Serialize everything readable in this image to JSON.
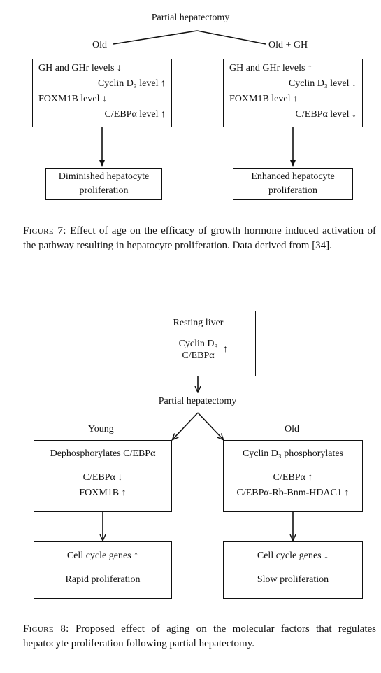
{
  "fig7": {
    "top_label": "Partial hepatectomy",
    "left_branch": "Old",
    "right_branch": "Old + GH",
    "left_box": {
      "l1": "GH and GHr levels ↓",
      "l2": "Cyclin D₃ level ↑",
      "l3": "FOXM1B level ↓",
      "l4": "C/EBPα level ↑"
    },
    "right_box": {
      "l1": "GH and GHr levels ↑",
      "l2": "Cyclin D₃ level ↓",
      "l3": "FOXM1B level ↑",
      "l4": "C/EBPα level ↓"
    },
    "left_result": {
      "l1": "Diminished hepatocyte",
      "l2": "proliferation"
    },
    "right_result": {
      "l1": "Enhanced hepatocyte",
      "l2": "proliferation"
    },
    "caption_label": "Figure 7:",
    "caption_text": "Effect of age on the efficacy of growth hormone induced activation of the pathway resulting in hepatocyte proliferation. Data derived from [34]."
  },
  "fig8": {
    "resting": {
      "title": "Resting liver",
      "l1": "Cyclin D₃",
      "l2": "C/EBPα",
      "arrow": "↑"
    },
    "mid_label": "Partial hepatectomy",
    "left_branch": "Young",
    "right_branch": "Old",
    "left_box": {
      "l1": "Dephosphorylates C/EBPα",
      "l2": "C/EBPα ↓",
      "l3": "FOXM1B ↑"
    },
    "right_box": {
      "l1": "Cyclin D₃ phosphorylates",
      "l2": "C/EBPα ↑",
      "l3": "C/EBPα-Rb-Bnm-HDAC1 ↑"
    },
    "left_result": {
      "l1": "Cell cycle genes ↑",
      "l2": "Rapid proliferation"
    },
    "right_result": {
      "l1": "Cell cycle genes ↓",
      "l2": "Slow proliferation"
    },
    "caption_label": "Figure 8:",
    "caption_text": "Proposed effect of aging on the molecular factors that regulates hepatocyte proliferation following partial hepatectomy."
  }
}
